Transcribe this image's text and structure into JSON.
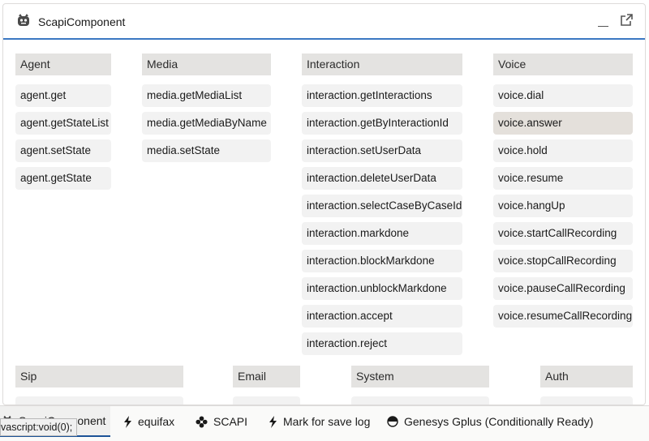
{
  "panel": {
    "title": "ScapiComponent"
  },
  "agent": {
    "header": "Agent",
    "buttons": [
      "agent.get",
      "agent.getStateList",
      "agent.setState",
      "agent.getState"
    ]
  },
  "media": {
    "header": "Media",
    "buttons": [
      "media.getMediaList",
      "media.getMediaByName",
      "media.setState"
    ]
  },
  "interaction": {
    "header": "Interaction",
    "buttons": [
      "interaction.getInteractions",
      "interaction.getByInteractionId",
      "interaction.setUserData",
      "interaction.deleteUserData",
      "interaction.selectCaseByCaseId",
      "interaction.markdone",
      "interaction.blockMarkdone",
      "interaction.unblockMarkdone",
      "interaction.accept",
      "interaction.reject"
    ]
  },
  "voice": {
    "header": "Voice",
    "buttons": [
      "voice.dial",
      "voice.answer",
      "voice.hold",
      "voice.resume",
      "voice.hangUp",
      "voice.startCallRecording",
      "voice.stopCallRecording",
      "voice.pauseCallRecording",
      "voice.resumeCallRecording"
    ]
  },
  "sip": {
    "header": "Sip"
  },
  "email": {
    "header": "Email"
  },
  "system": {
    "header": "System"
  },
  "auth": {
    "header": "Auth"
  },
  "footer": {
    "tabs": [
      {
        "label": "ScapiComponent",
        "icon": "robot-icon"
      },
      {
        "label": "equifax",
        "icon": "lightning-icon"
      },
      {
        "label": "SCAPI",
        "icon": "settings-flower-icon"
      },
      {
        "label": "Mark for save log",
        "icon": "lightning-icon"
      },
      {
        "label": "Genesys Gplus (Conditionally Ready)",
        "icon": "half-circle-icon"
      }
    ],
    "tooltip": "vascript:void(0);"
  },
  "colors": {
    "accent": "#3b78c2",
    "header_bg": "#e4e3e1",
    "button_bg": "#f2f2f2"
  }
}
